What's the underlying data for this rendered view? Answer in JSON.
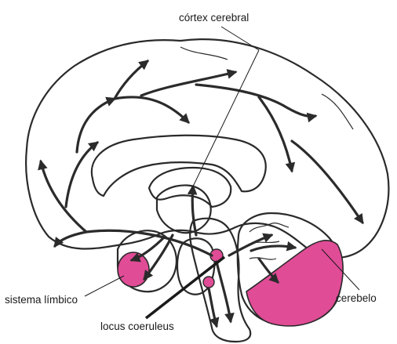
{
  "labels": {
    "cortex": "córtex cerebral",
    "limbic": "sistema límbico",
    "locus": "locus coeruleus",
    "cerebellum": "cerebelo"
  },
  "colors": {
    "brain_fill": "#cfe0ea",
    "highlight": "#e04c96",
    "line": "#2b2b2b",
    "background": "#ffffff"
  }
}
